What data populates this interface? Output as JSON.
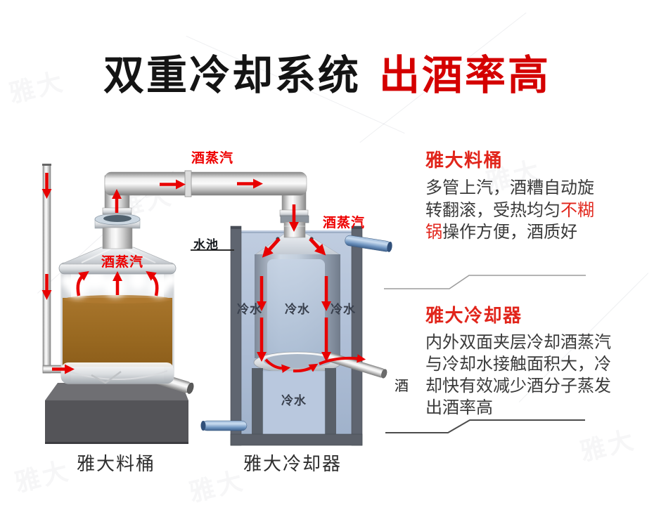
{
  "title": {
    "black": "双重冷却系统",
    "red": "出酒率高"
  },
  "colors": {
    "accent_red": "#ee0000",
    "title_red": "#d40000",
    "heading_red": "#e1251b",
    "body_text": "#3a3a3a",
    "tank_wall": "#5f6570",
    "tank_water": "#b3c2d8",
    "liquid_brown": "#9d6b22",
    "pipe_blue": "#6d93bf"
  },
  "diagram": {
    "labels": {
      "vapor_top": "酒蒸汽",
      "vapor_barrel": "酒蒸汽",
      "vapor_cooler": "酒蒸汽",
      "pool": "水池",
      "cold_left": "冷水",
      "cold_center": "冷水",
      "cold_right": "冷水",
      "cold_bottom": "冷水",
      "liquor_out": "酒",
      "caption_barrel": "雅大料桶",
      "caption_cooler": "雅大冷却器"
    }
  },
  "info_blocks": [
    {
      "heading": "雅大料桶",
      "lines": [
        [
          {
            "t": "多管上汽，酒糟自动旋",
            "cls": "seg"
          }
        ],
        [
          {
            "t": "转翻滚，受热均匀",
            "cls": "seg"
          },
          {
            "t": "不糊",
            "cls": "seg red"
          }
        ],
        [
          {
            "t": "锅",
            "cls": "seg red"
          },
          {
            "t": "操作方便，酒质好",
            "cls": "seg"
          }
        ]
      ]
    },
    {
      "heading": "雅大冷却器",
      "lines": [
        [
          {
            "t": "内外双面夹层冷却酒蒸汽",
            "cls": "seg"
          }
        ],
        [
          {
            "t": "与冷却水接触面积大，冷",
            "cls": "seg"
          }
        ],
        [
          {
            "t": "却快有效减少酒分子蒸发",
            "cls": "seg"
          }
        ],
        [
          {
            "t": "出酒率高",
            "cls": "seg"
          }
        ]
      ]
    }
  ],
  "watermark": {
    "text": "雅大"
  }
}
